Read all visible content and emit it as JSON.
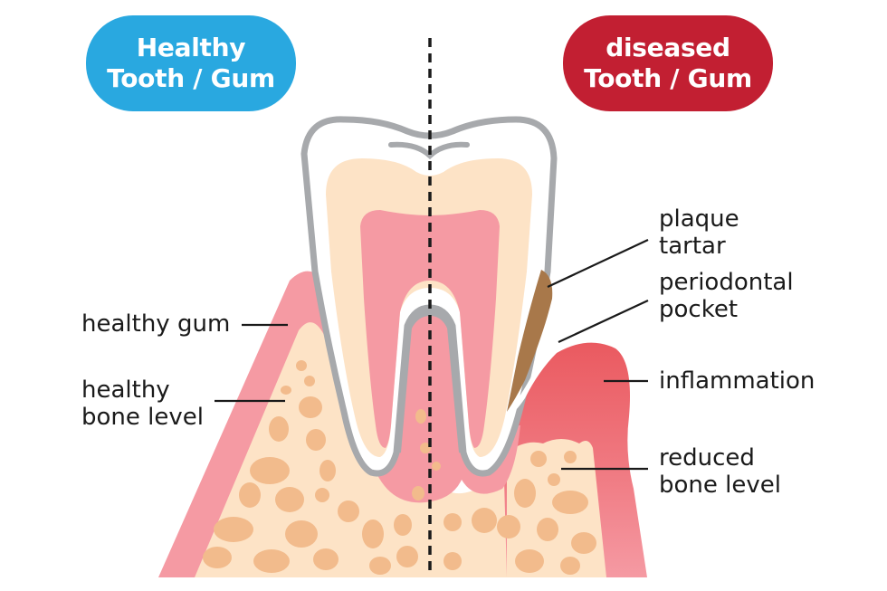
{
  "header": {
    "healthy": {
      "line1": "Healthy",
      "line2": "Tooth / Gum",
      "color": "#29a8e0"
    },
    "diseased": {
      "line1": "diseased",
      "line2": "Tooth / Gum",
      "color": "#c21f32"
    }
  },
  "labels_left": [
    {
      "id": "healthy-gum",
      "lines": [
        "healthy gum"
      ]
    },
    {
      "id": "healthy-bone-level",
      "lines": [
        "healthy",
        "bone level"
      ]
    }
  ],
  "labels_right": [
    {
      "id": "plaque-tartar",
      "lines": [
        "plaque",
        "tartar"
      ]
    },
    {
      "id": "periodontal-pocket",
      "lines": [
        "periodontal",
        "pocket"
      ]
    },
    {
      "id": "inflammation",
      "lines": [
        "inflammation"
      ]
    },
    {
      "id": "reduced-bone-level",
      "lines": [
        "reduced",
        "bone level"
      ]
    }
  ],
  "colors": {
    "gum": "#f59aa3",
    "bone": "#fde3c6",
    "bone_spot": "#f2bb8c",
    "enamel": "#ffffff",
    "outline": "#a7a9ac",
    "dentin": "#fde3c6",
    "pulp": "#f59aa3",
    "tartar": "#a8784a",
    "inflammation": "#ea5a60",
    "divider": "#1a1a1a"
  }
}
